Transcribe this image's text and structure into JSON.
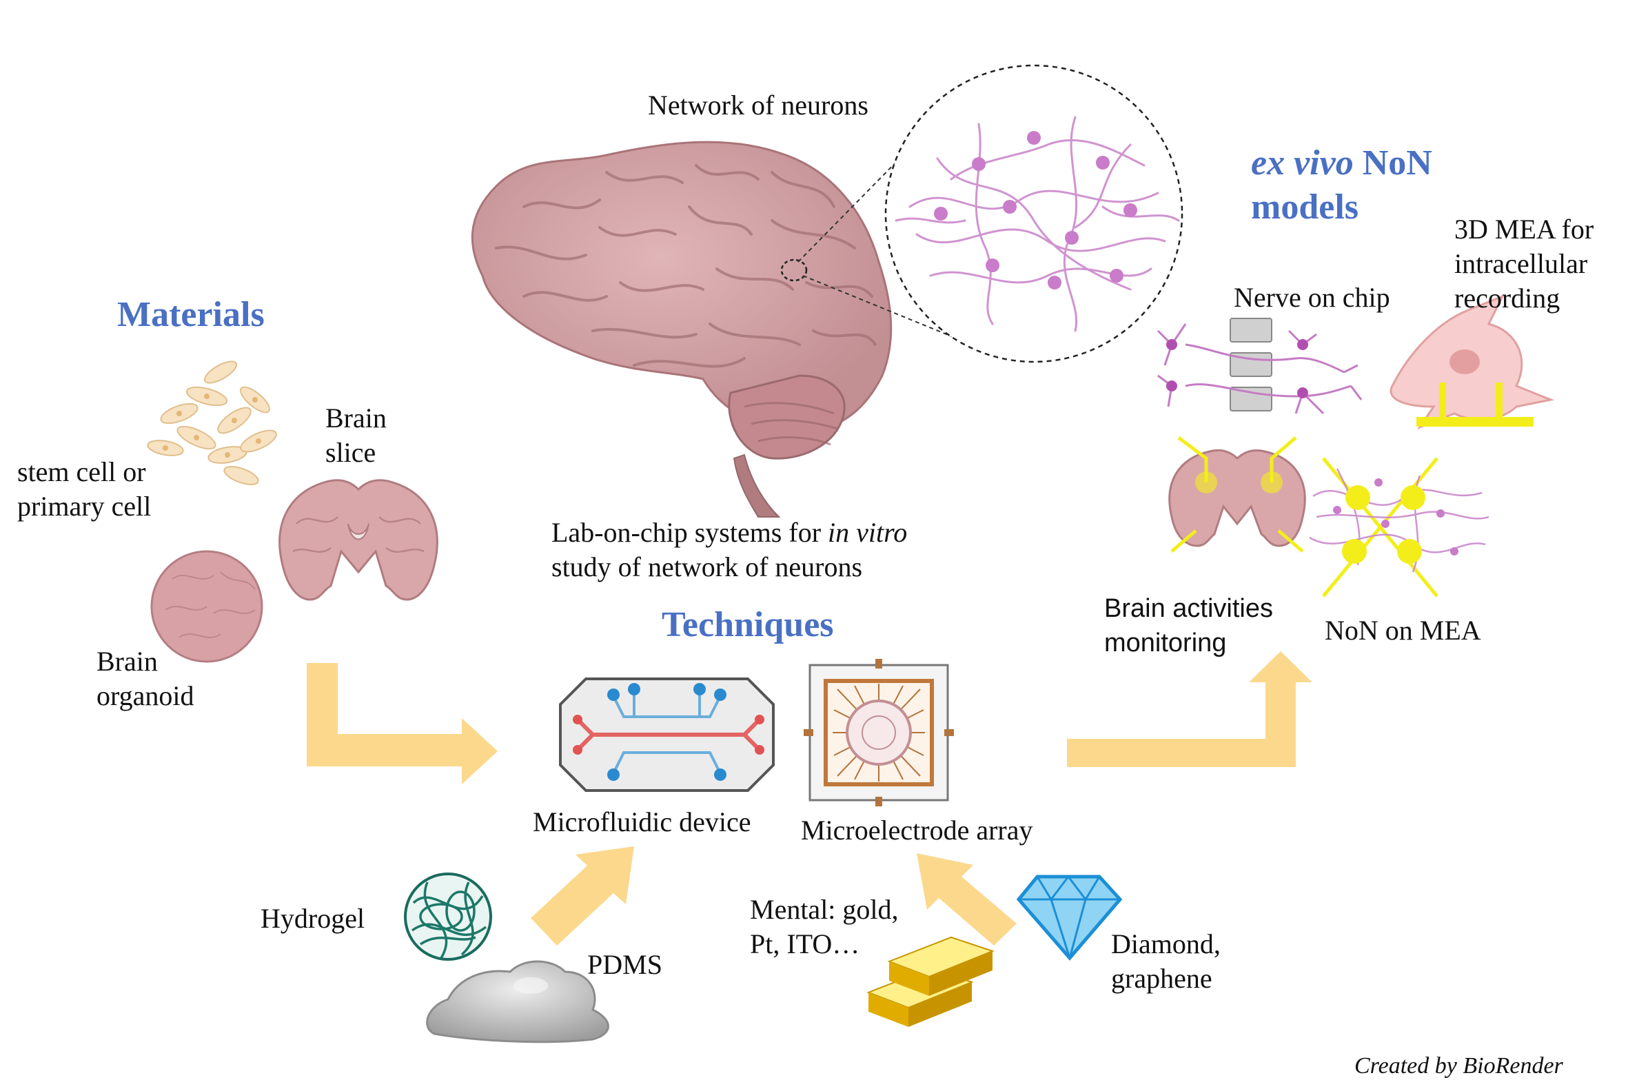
{
  "figure": {
    "credit": "Created by BioRender"
  },
  "materials": {
    "heading": "Materials",
    "stem_cell_l1": "stem cell or",
    "stem_cell_l2": "primary cell",
    "brain_slice_l1": "Brain",
    "brain_slice_l2": "slice",
    "organoid_l1": "Brain",
    "organoid_l2": "organoid"
  },
  "center": {
    "network_label": "Network of neurons",
    "lab_l1_pre": "Lab-on-chip systems for ",
    "lab_l1_em": "in vitro",
    "lab_l2": "study of network of neurons"
  },
  "techniques": {
    "heading": "Techniques",
    "microfluidic": "Microfluidic device",
    "mea": "Microelectrode array",
    "hydrogel": "Hydrogel",
    "pdms": "PDMS",
    "metal_l1": "Mental: gold,",
    "metal_l2": "Pt, ITO…",
    "diamond_l1": "Diamond,",
    "diamond_l2": "graphene"
  },
  "models": {
    "heading_em": "ex vivo",
    "heading_rest": " NoN",
    "heading_l2": "models",
    "nerve_chip": "Nerve on chip",
    "mea3d_l1": "3D MEA for",
    "mea3d_l2": "intracellular",
    "mea3d_l3": "recording",
    "brain_mon_l1": "Brain activities",
    "brain_mon_l2": "monitoring",
    "non_mea": "NoN on MEA"
  },
  "colors": {
    "heading": "#4a70c4",
    "arrow": "#fbd88c",
    "brain": "#d2a3a6",
    "neuron": "#cc88cc",
    "electrode": "#f3ee1a"
  }
}
